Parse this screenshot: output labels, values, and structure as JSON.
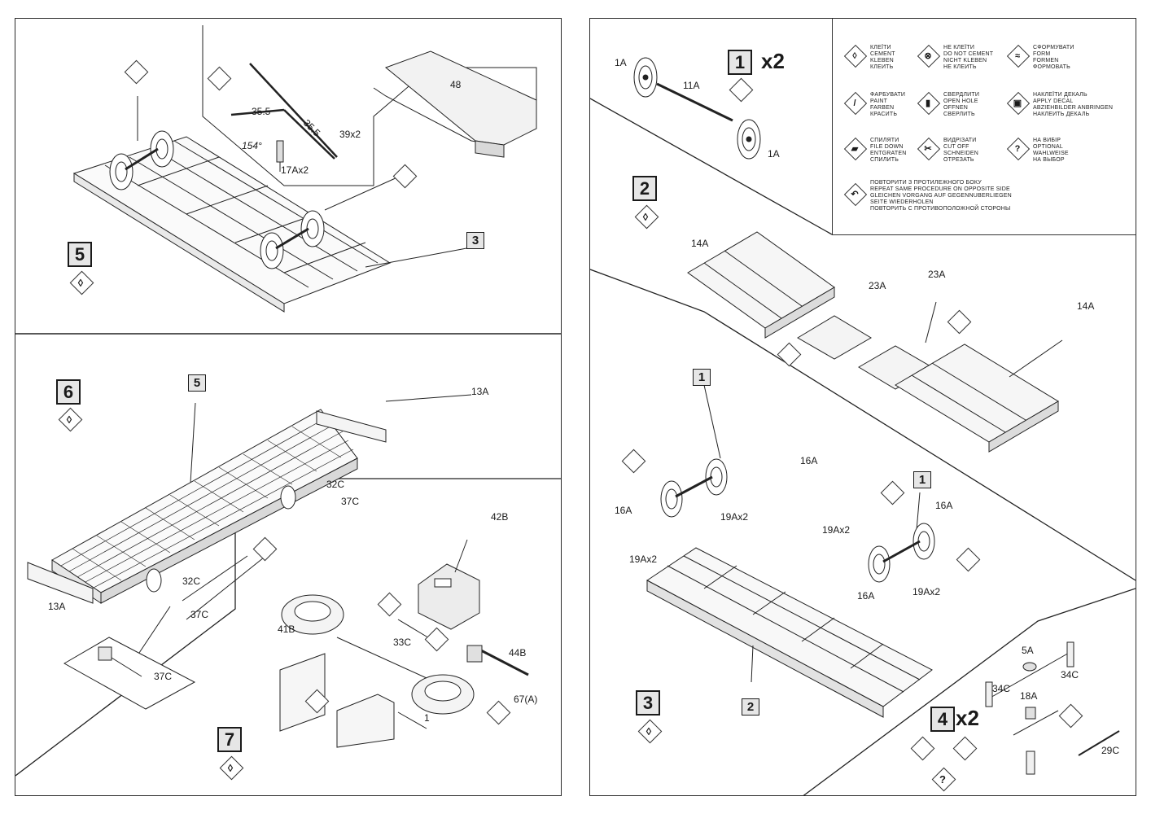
{
  "left_page": {
    "step5": {
      "number": "5",
      "labels": {
        "dim_a": "35.5",
        "dim_b": "35.5",
        "angle": "154°",
        "wire": "39x2",
        "bolt": "17Ax2",
        "block": "48",
        "ref3": "3"
      }
    },
    "step6": {
      "number": "6",
      "labels": {
        "endplate_top": "13A",
        "endplate_bottom": "13A",
        "ref5": "5",
        "c32_top": "32C",
        "c37_top": "37C",
        "c32_bot": "32C",
        "c37_bot": "37C",
        "c37_detail": "37C"
      }
    },
    "step7": {
      "number": "7",
      "labels": {
        "cap": "42B",
        "ring": "41B",
        "screw": "33C",
        "pipe": "44B",
        "rod": "67(A)",
        "dim": "1"
      }
    }
  },
  "right_page": {
    "step1": {
      "number": "1",
      "multiplier": "x2",
      "labels": {
        "wheel_l": "1A",
        "axle": "11A",
        "wheel_r": "1A"
      }
    },
    "step2": {
      "number": "2",
      "labels": {
        "rail_l": "14A",
        "cross_l": "23A",
        "cross_r": "23A",
        "rail_r": "14A"
      }
    },
    "step3": {
      "number": "3",
      "labels": {
        "ref1_l": "1",
        "ref1_r": "1",
        "box_a": "16A",
        "box_b": "16A",
        "box_c": "16A",
        "box_d": "16A",
        "pin_a": "19Ax2",
        "pin_b": "19Ax2",
        "pin_c": "19Ax2",
        "pin_d": "19Ax2",
        "ref2": "2"
      }
    },
    "step4": {
      "number": "4",
      "multiplier": "x2",
      "labels": {
        "top": "5A",
        "left": "34C",
        "right": "34C",
        "mid": "18A",
        "rod": "29C"
      }
    },
    "legend": [
      {
        "icon": "cement-icon",
        "glyph": "◊",
        "lines": [
          "КЛЕЇТИ",
          "CEMENT",
          "KLEBEN",
          "КЛЕИТЬ"
        ]
      },
      {
        "icon": "no-cement-icon",
        "glyph": "⊗",
        "lines": [
          "НЕ КЛЕЇТИ",
          "DO NOT CEMENT",
          "NICHT KLEBEN",
          "НЕ КЛЕИТЬ"
        ]
      },
      {
        "icon": "form-icon",
        "glyph": "≈",
        "lines": [
          "СФОРМУВАТИ",
          "FORM",
          "FORMEN",
          "ФОРМОВАТЬ"
        ]
      },
      {
        "icon": "paint-icon",
        "glyph": "/",
        "lines": [
          "ФАРБУВАТИ",
          "PAINT",
          "FARBEN",
          "КРАСИТЬ"
        ]
      },
      {
        "icon": "drill-icon",
        "glyph": "▮",
        "lines": [
          "СВЕРДЛИТИ",
          "OPEN HOLE",
          "OFFNEN",
          "СВЕРЛИТЬ"
        ]
      },
      {
        "icon": "decal-icon",
        "glyph": "▣",
        "lines": [
          "НАКЛЕЇТИ ДЕКАЛЬ",
          "APPLY DECAL",
          "ABZIEHBILDER ANBRINGEN",
          "НАКЛЕИТЬ ДЕКАЛЬ"
        ]
      },
      {
        "icon": "file-icon",
        "glyph": "▰",
        "lines": [
          "СПИЛЯТИ",
          "FILE DOWN",
          "ENTGRATEN",
          "СПИЛИТЬ"
        ]
      },
      {
        "icon": "cut-icon",
        "glyph": "✂",
        "lines": [
          "ВИДРІЗАТИ",
          "CUT OFF",
          "SCHNEIDEN",
          "ОТРЕЗАТЬ"
        ]
      },
      {
        "icon": "optional-icon",
        "glyph": "?",
        "lines": [
          "НА ВИБІР",
          "OPTIONAL",
          "WAHLWEISE",
          "НА ВЫБОР"
        ]
      },
      {
        "icon": "repeat-icon",
        "glyph": "↶",
        "lines": [
          "ПОВТОРИТИ З ПРОТИЛЕЖНОГО БОКУ",
          "REPEAT SAME PROCEDURE ON OPPOSITE SIDE",
          "GLEICHEN VORGANG AUF GEGENNUBERLIEGEN",
          "SEITE WIEDERHOLEN",
          "ПОВТОРИТЬ С ПРОТИВОПОЛОЖНОЙ СТОРОНЫ"
        ]
      }
    ]
  }
}
